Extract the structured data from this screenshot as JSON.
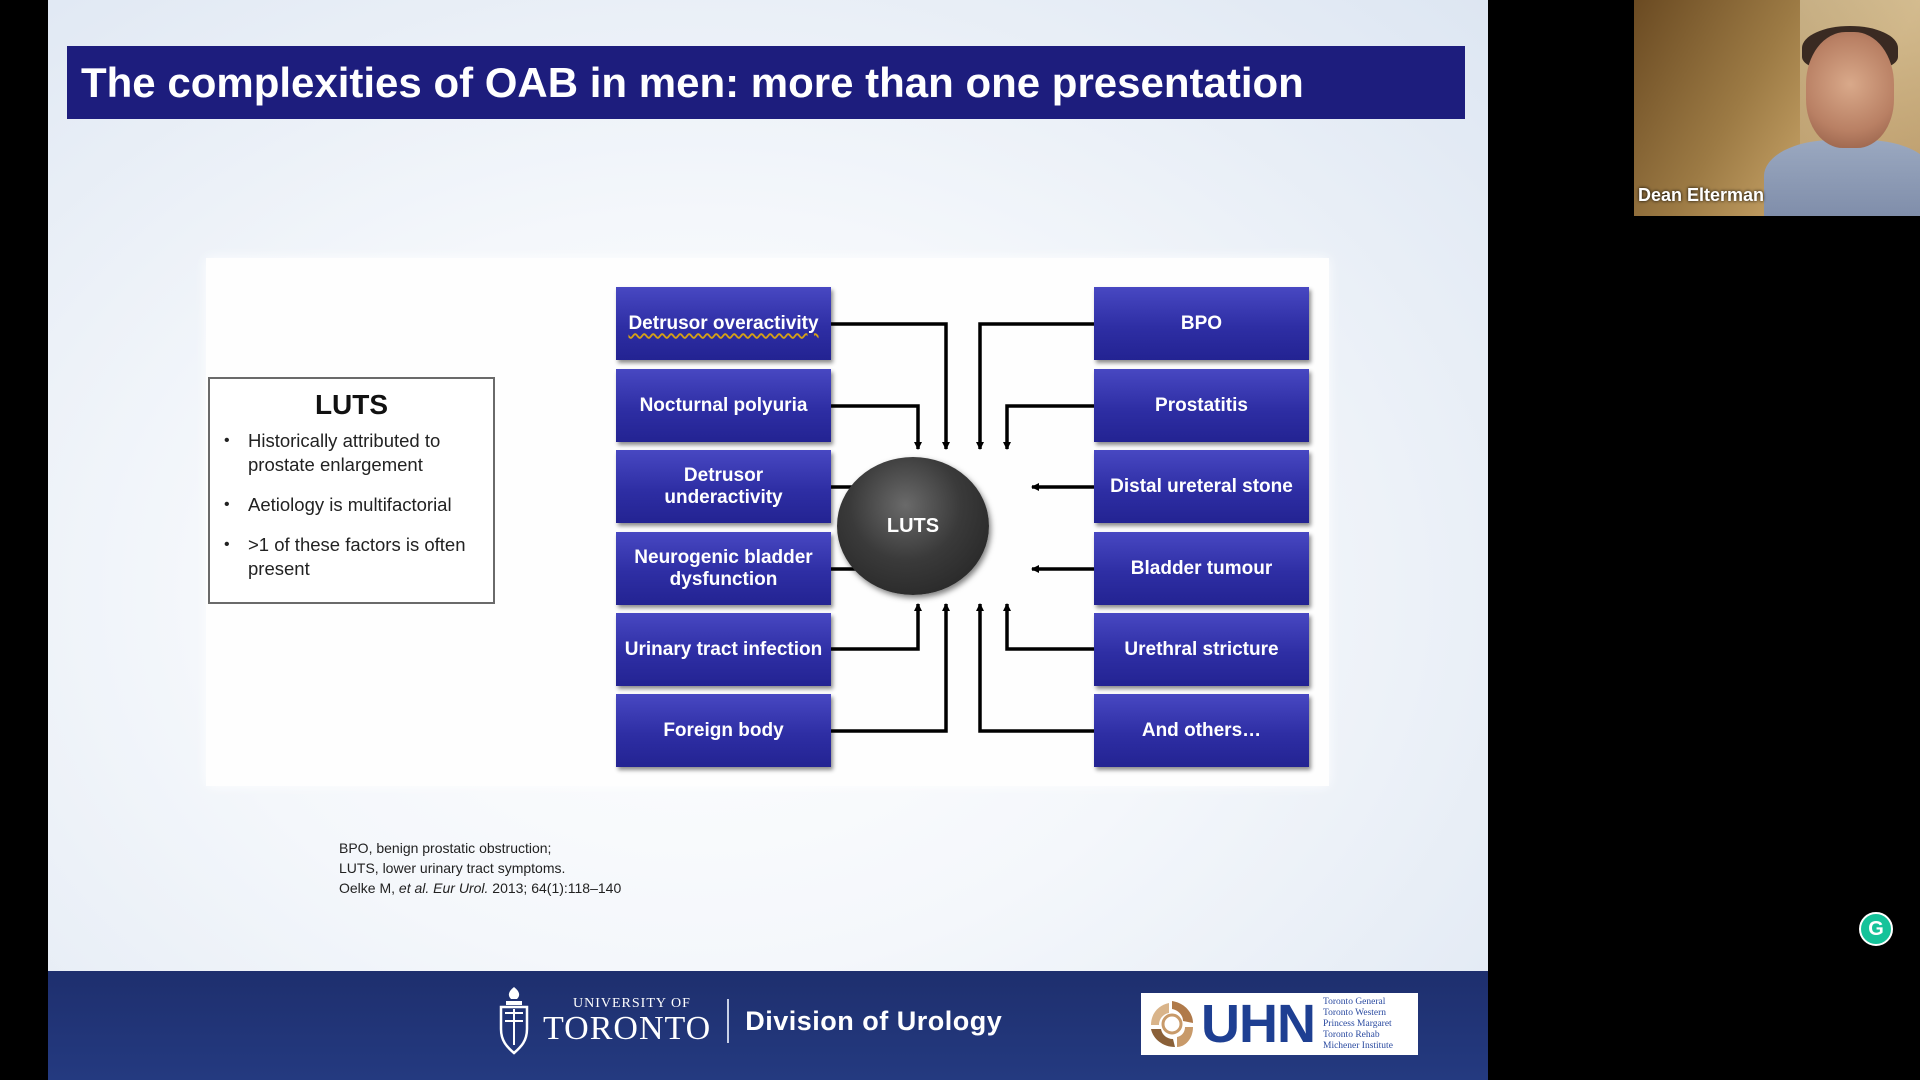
{
  "slide": {
    "title": "The complexities of OAB in men: more than one presentation",
    "luts_box": {
      "heading": "LUTS",
      "bullets": [
        "Historically attributed to prostate enlargement",
        "Aetiology is multifactorial",
        ">1 of these factors is often present"
      ]
    },
    "center_label": "LUTS",
    "left_factors": [
      "Detrusor overactivity",
      "Nocturnal polyuria",
      "Detrusor underactivity",
      "Neurogenic bladder dysfunction",
      "Urinary tract infection",
      "Foreign body"
    ],
    "right_factors": [
      "BPO",
      "Prostatitis",
      "Distal ureteral stone",
      "Bladder tumour",
      "Urethral stricture",
      "And others…"
    ],
    "footnotes": {
      "line1": "BPO, benign prostatic obstruction;",
      "line2": "LUTS, lower urinary tract symptoms.",
      "ref_author": "Oelke M, ",
      "ref_etal": "et al. Eur Urol.",
      "ref_rest": " 2013; 64(1):118–140"
    },
    "footer": {
      "uoft_line1": "UNIVERSITY OF",
      "uoft_line2": "TORONTO",
      "division": "Division of Urology",
      "uhn_letters": "UHN",
      "uhn_sites": [
        "Toronto General",
        "Toronto Western",
        "Princess Margaret",
        "Toronto Rehab",
        "Michener Institute"
      ]
    }
  },
  "video": {
    "participant_name": "Dean Elterman"
  },
  "widget": {
    "letter": "G"
  },
  "colors": {
    "title_bar": "#1d1d7d",
    "factor_box": "#2e2ea4",
    "footer": "#243a80",
    "grammarly": "#15c39a"
  }
}
